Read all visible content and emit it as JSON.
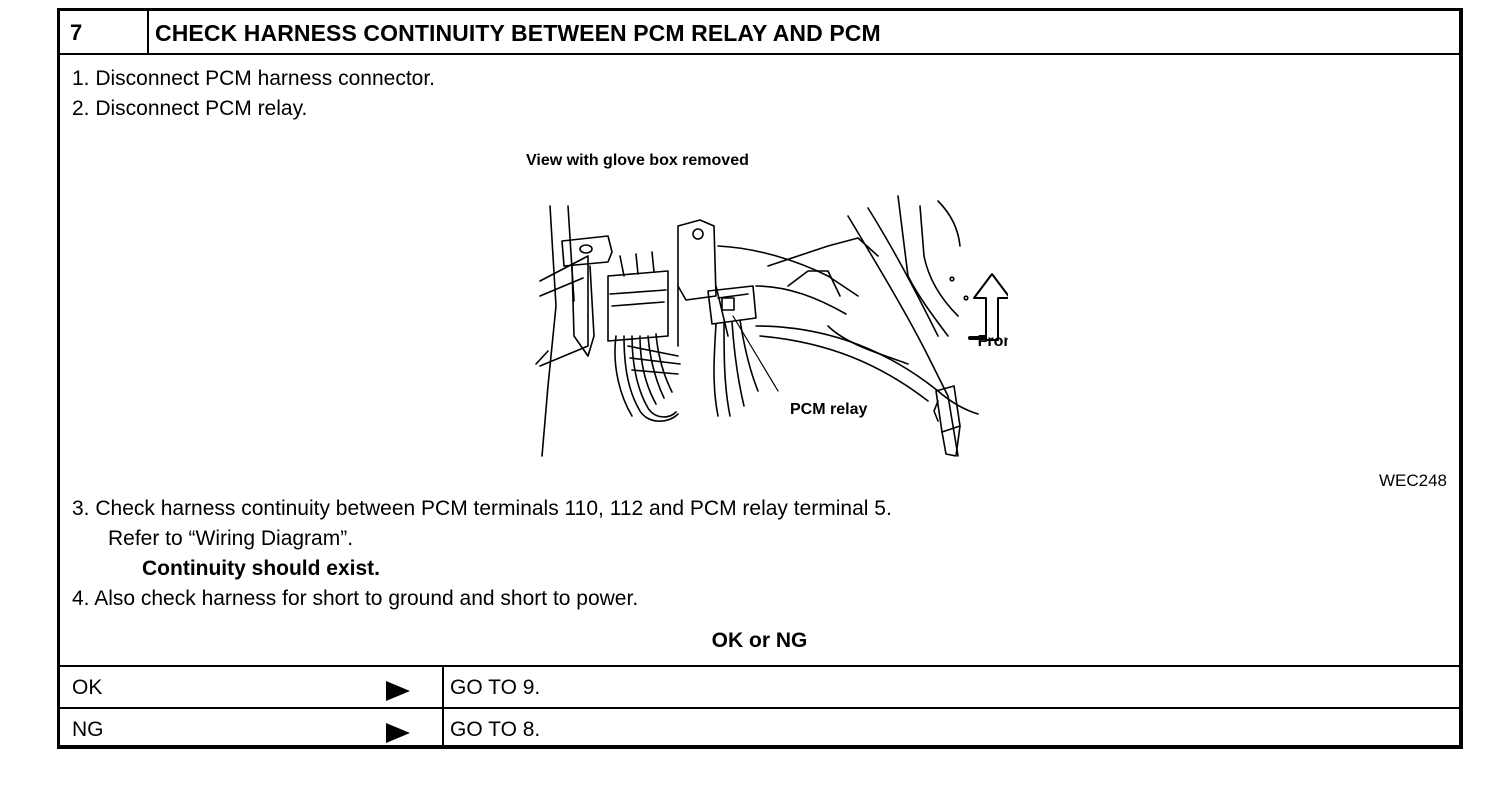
{
  "header": {
    "step_number": "7",
    "title": "CHECK HARNESS CONTINUITY BETWEEN PCM RELAY AND PCM"
  },
  "steps": {
    "s1": "1.  Disconnect PCM harness connector.",
    "s2": "2.  Disconnect PCM relay.",
    "s3a": "3.  Check harness continuity between PCM terminals 110, 112 and PCM relay terminal 5.",
    "s3b": "Refer to “Wiring Diagram”.",
    "s3c": "Continuity should exist.",
    "s4": "4.  Also check harness for short to ground and short to power."
  },
  "figure": {
    "caption": "View with glove box removed",
    "label_front": "Front",
    "label_relay": "PCM relay",
    "code": "WEC248"
  },
  "result": {
    "question": "OK or NG",
    "rows": [
      {
        "label": "OK",
        "action": "GO TO 9."
      },
      {
        "label": "NG",
        "action": "GO TO 8."
      }
    ]
  }
}
